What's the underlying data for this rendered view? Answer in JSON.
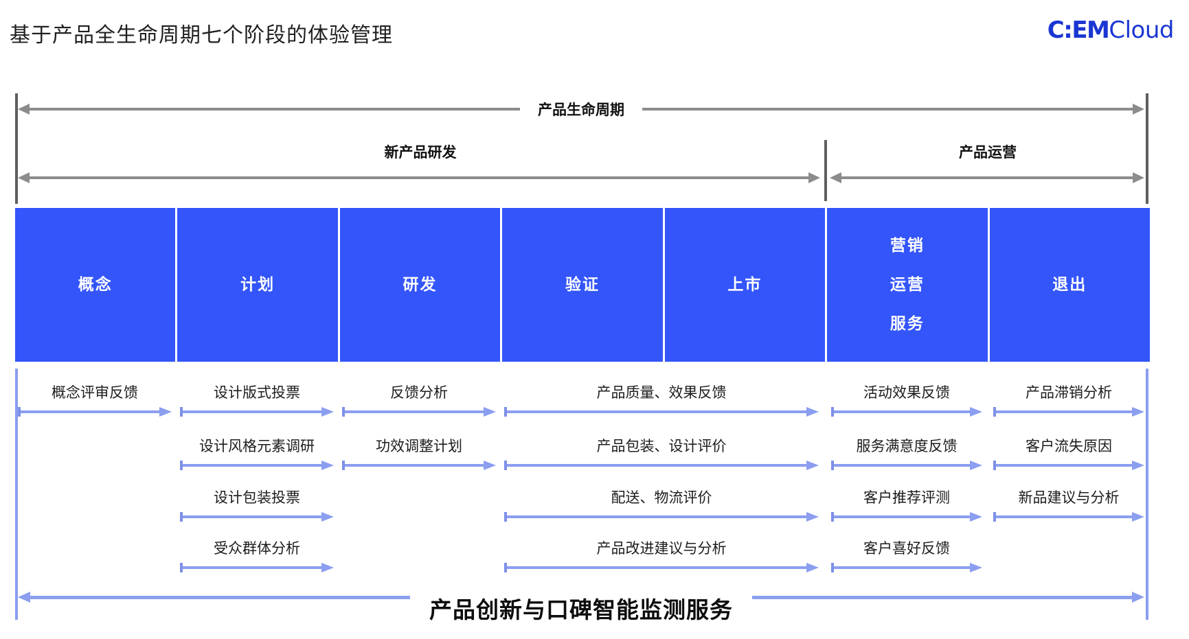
{
  "title": "基于产品全生命周期七个阶段的体验管理",
  "logo": {
    "brand": "C:EM",
    "suffix": "Cloud"
  },
  "brackets": {
    "lifecycle": "产品生命周期",
    "rnd": "新产品研发",
    "operation": "产品运营"
  },
  "stages": [
    {
      "label": "概念"
    },
    {
      "label": "计划"
    },
    {
      "label": "研发"
    },
    {
      "label": "验证"
    },
    {
      "label": "上市"
    },
    {
      "lines": [
        "营销",
        "运营",
        "服务"
      ]
    },
    {
      "label": "退出"
    }
  ],
  "feedback": {
    "row1": {
      "c1": "概念评审反馈",
      "c2": "设计版式投票",
      "c3": "反馈分析",
      "c45": "产品质量、效果反馈",
      "c6": "活动效果反馈",
      "c7": "产品滞销分析"
    },
    "row2": {
      "c2": "设计风格元素调研",
      "c3": "功效调整计划",
      "c45": "产品包装、设计评价",
      "c6": "服务满意度反馈",
      "c7": "客户流失原因"
    },
    "row3": {
      "c2": "设计包装投票",
      "c45": "配送、物流评价",
      "c6": "客户推荐评测",
      "c7": "新品建议与分析"
    },
    "row4": {
      "c2": "受众群体分析",
      "c45": "产品改进建议与分析",
      "c6": "客户喜好反馈"
    }
  },
  "bottom_banner": "产品创新与口碑智能监测服务",
  "colors": {
    "stage_blue": "#3355fa",
    "arrow_periwinkle": "#8b9ef0",
    "bracket_gray": "#8c8c8c",
    "bar_dark_gray": "#5f5f5f",
    "logo_blue": "#1a36d2"
  }
}
